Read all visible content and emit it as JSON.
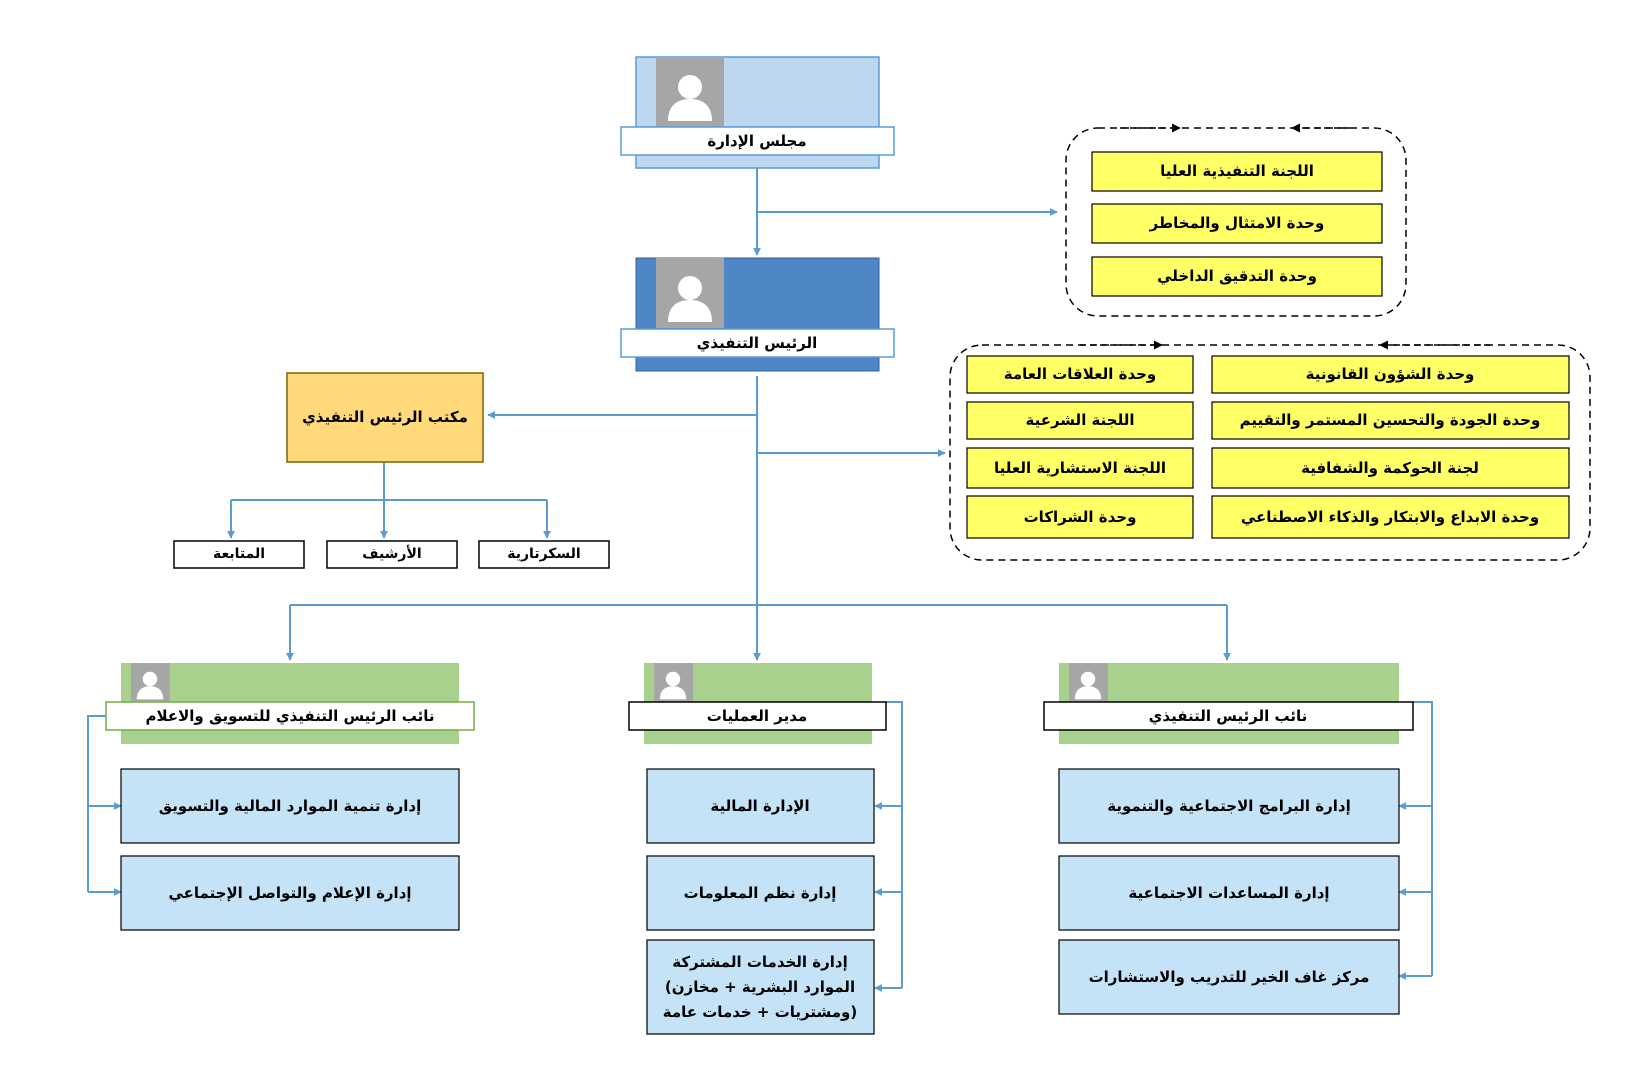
{
  "colors": {
    "connector": "#5b9bd5",
    "top_card": "#bdd7ee",
    "ceo_card": "#4f86c6",
    "deputy_card": "#a9d18e",
    "office_box": "#ffd97a",
    "committee_box": "#ffff66",
    "dept_box": "#c5e3f6",
    "avatar_bg": "#a6a6a6"
  },
  "board": {
    "label": "مجلس الإدارة"
  },
  "ceo": {
    "label": "الرئيس التنفيذي"
  },
  "ceo_office": {
    "label": "مكتب الرئيس التنفيذي",
    "units": [
      "السكرتارية",
      "الأرشيف",
      "المتابعة"
    ]
  },
  "board_committees": {
    "items": [
      "اللجنة التنفيذية العليا",
      "وحدة الامتثال والمخاطر",
      "وحدة التدقيق الداخلي"
    ]
  },
  "ceo_units": {
    "right": [
      "وحدة الشؤون القانونية",
      "وحدة الجودة والتحسين المستمر والتقييم",
      "لجنة الحوكمة والشفافية",
      "وحدة الابداع والابتكار والذكاء الاصطناعي"
    ],
    "left": [
      "وحدة العلاقات العامة",
      "اللجنة الشرعية",
      "اللجنة الاستشارية العليا",
      "وحدة الشراكات"
    ]
  },
  "deputies": [
    {
      "label": "نائب الرئيس التنفيذي للتسويق والاعلام",
      "departments": [
        {
          "lines": [
            "إدارة تنمية الموارد المالية والتسويق"
          ]
        },
        {
          "lines": [
            "إدارة الإعلام والتواصل الإجتماعي"
          ]
        }
      ]
    },
    {
      "label": "مدير العمليات",
      "departments": [
        {
          "lines": [
            "الإدارة المالية"
          ]
        },
        {
          "lines": [
            "إدارة نظم المعلومات"
          ]
        },
        {
          "lines": [
            "إدارة الخدمات المشتركة",
            "(الموارد البشرية + مخازن",
            "ومشتريات + خدمات عامة)"
          ]
        }
      ]
    },
    {
      "label": "نائب الرئيس التنفيذي",
      "departments": [
        {
          "lines": [
            "إدارة البرامج الاجتماعية والتنموية"
          ]
        },
        {
          "lines": [
            "إدارة المساعدات الاجتماعية"
          ]
        },
        {
          "lines": [
            "مركز غاف الخير للتدريب والاستشارات"
          ]
        }
      ]
    }
  ]
}
